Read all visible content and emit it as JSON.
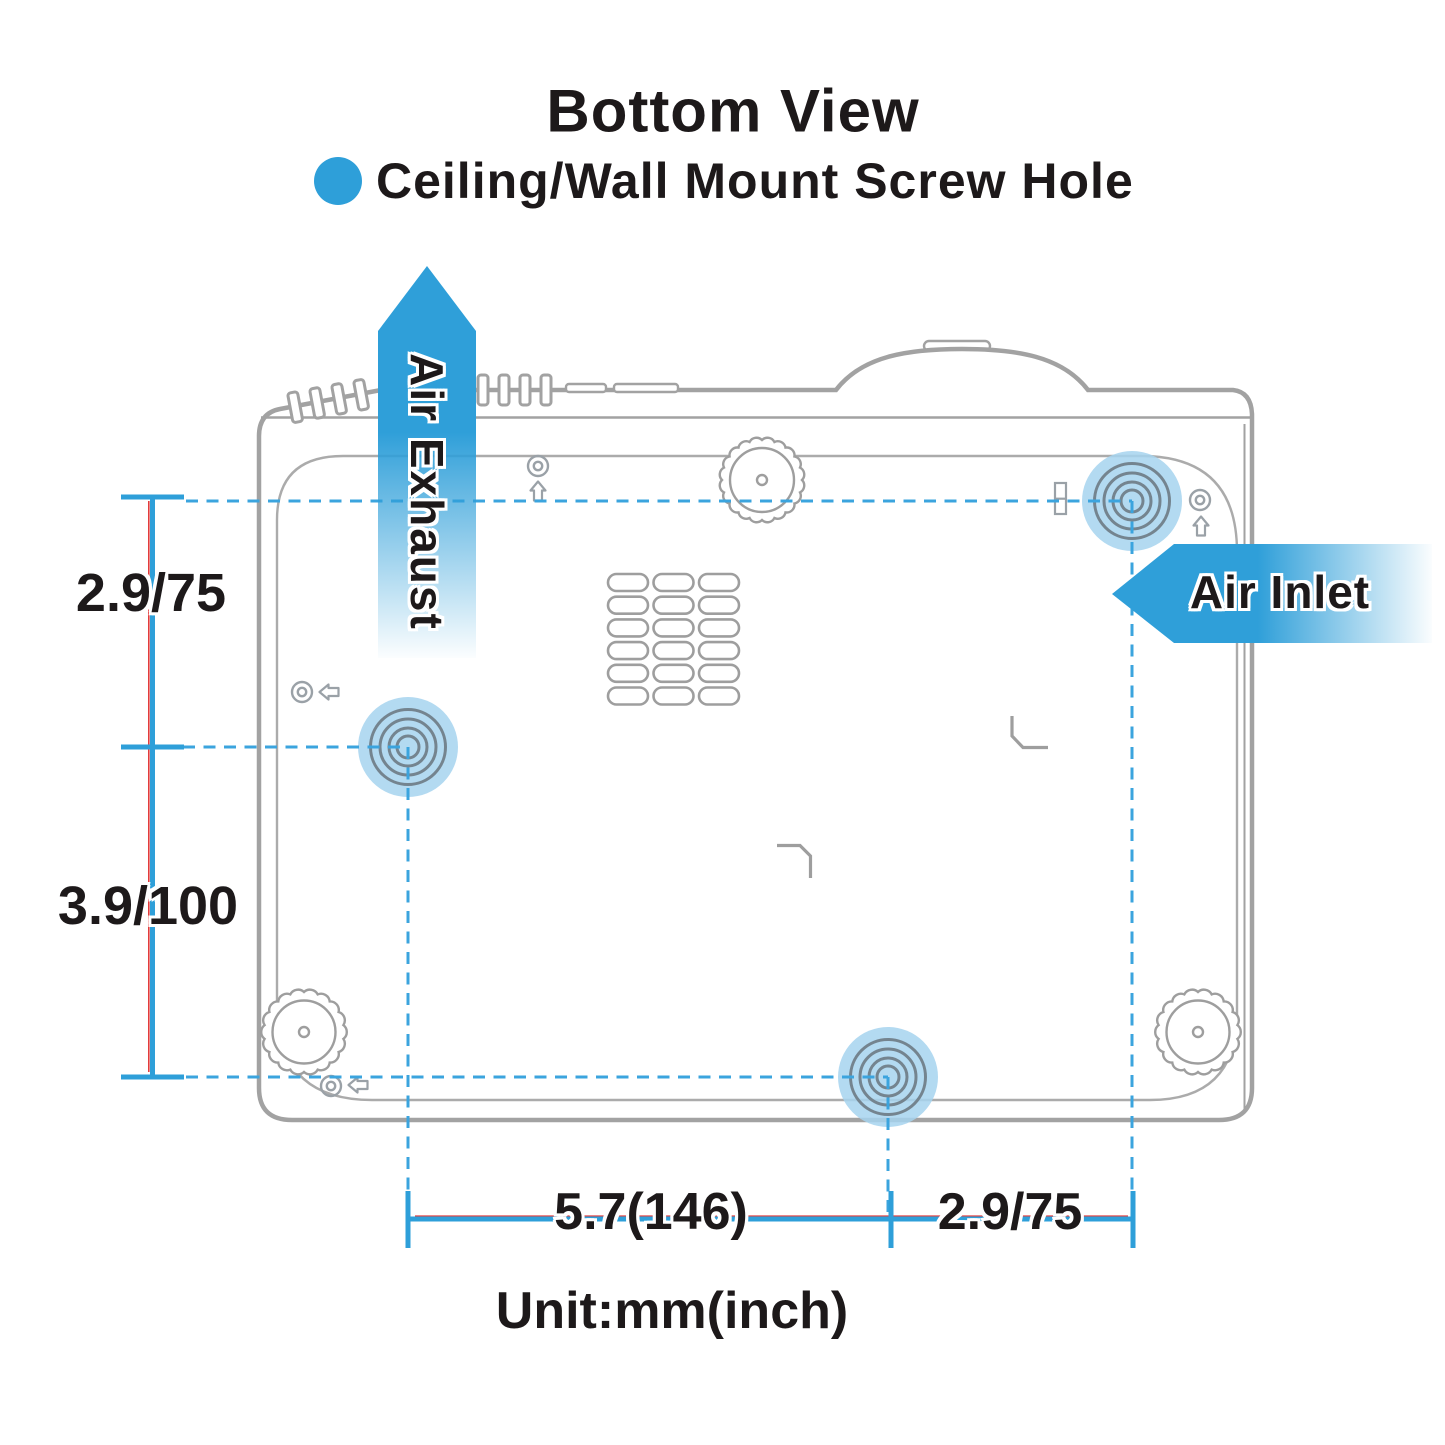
{
  "title": "Bottom View",
  "legend": {
    "dot_icon": "screw-hole-dot",
    "label": "Ceiling/Wall Mount Screw Hole"
  },
  "airflow": {
    "exhaust_label": "Air Exhaust",
    "inlet_label": "Air Inlet"
  },
  "dimensions": {
    "left_upper": "2.9/75",
    "left_lower": "3.9/100",
    "bottom_left": "5.7(146)",
    "bottom_right": "2.9/75",
    "unit_label": "Unit:mm(inch)"
  },
  "colors": {
    "accent": "#2e9fd9",
    "accent_dash": "#3ba4de",
    "hole_fill": "#a6d3ef",
    "ring": "#74848f",
    "outline": "#a2a2a2",
    "outline2": "#ababab",
    "gear": "#9e9e9e",
    "detail": "#9aa1a7",
    "ink": "#1d191a",
    "red_line": "#e23c3c"
  }
}
